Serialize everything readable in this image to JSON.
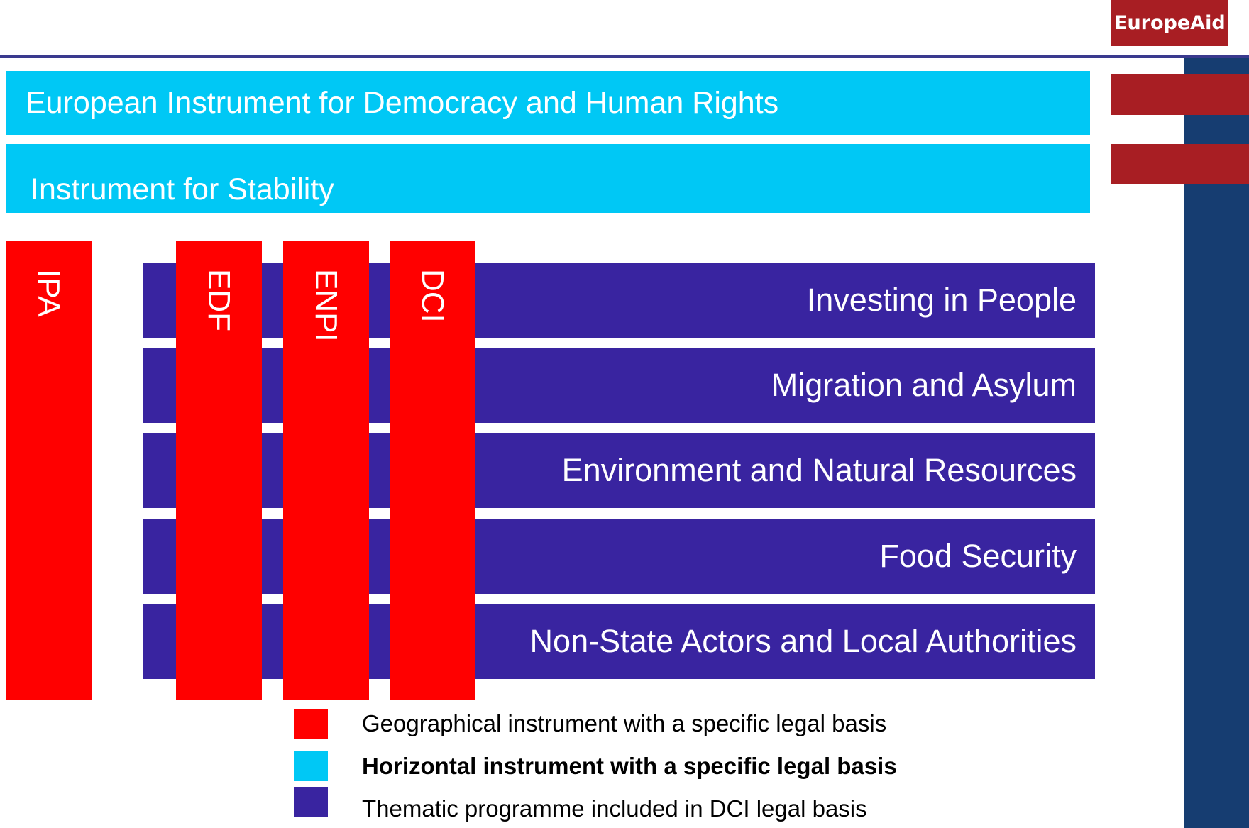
{
  "header": {
    "brand": "EuropeAid"
  },
  "horizontal_instruments": [
    "European Instrument for Democracy and Human Rights",
    "Instrument for Stability"
  ],
  "geographical_instruments": [
    "IPA",
    "EDF",
    "ENPI",
    "DCI"
  ],
  "thematic_programmes": [
    "Investing in People",
    "Migration and Asylum",
    "Environment and Natural Resources",
    "Food Security",
    "Non-State Actors and Local Authorities"
  ],
  "legend": [
    {
      "label": "Geographical instrument with a specific legal basis",
      "color": "#ff0000",
      "bold": false
    },
    {
      "label": "Horizontal instrument with a specific legal basis",
      "color": "#00c8f5",
      "bold": true
    },
    {
      "label": "Thematic programme included in DCI legal basis",
      "color": "#3924a0",
      "bold": false
    }
  ],
  "colors": {
    "geographical": "#ff0000",
    "horizontal": "#00c8f5",
    "thematic": "#3924a0",
    "brand": "#a81e23",
    "side_column": "#163d71"
  }
}
